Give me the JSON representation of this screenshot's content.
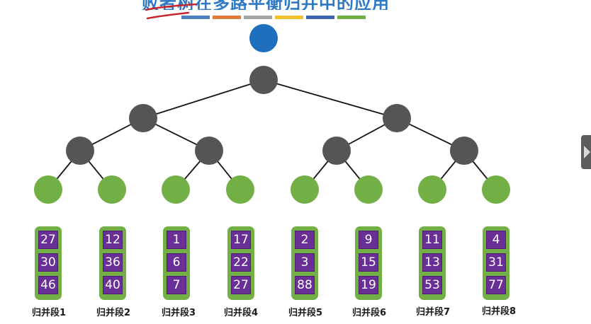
{
  "slide": {
    "title": "败者树在多路平衡归并中的应用",
    "accent_colors": [
      "#4f81bd",
      "#e07b39",
      "#a5a5a5",
      "#f2c12e",
      "#3e66b0",
      "#70ad47"
    ]
  },
  "tree": {
    "winner_color": "#1f6fbf",
    "internal_color": "#555555",
    "leaf_color": "#72b046",
    "edge_color": "#111111"
  },
  "segments": [
    {
      "label": "归并段1",
      "values": [
        "27",
        "30",
        "46"
      ]
    },
    {
      "label": "归并段2",
      "values": [
        "12",
        "36",
        "40"
      ]
    },
    {
      "label": "归并段3",
      "values": [
        "1",
        "6",
        "7"
      ]
    },
    {
      "label": "归并段4",
      "values": [
        "17",
        "22",
        "27"
      ]
    },
    {
      "label": "归并段5",
      "values": [
        "2",
        "3",
        "88"
      ]
    },
    {
      "label": "归并段6",
      "values": [
        "9",
        "15",
        "19"
      ]
    },
    {
      "label": "归并段7",
      "values": [
        "11",
        "13",
        "53"
      ]
    },
    {
      "label": "归并段8",
      "values": [
        "4",
        "31",
        "77"
      ]
    }
  ]
}
